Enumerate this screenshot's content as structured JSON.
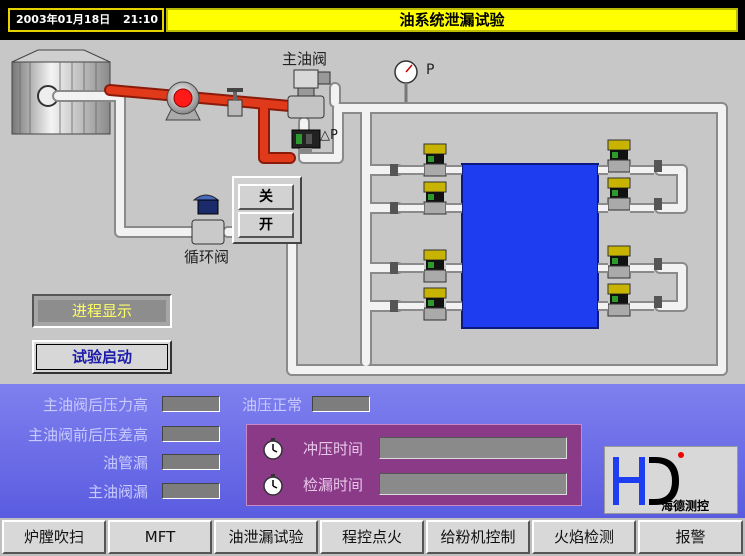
{
  "header": {
    "date": "2003年01月18日",
    "time": "21:10",
    "title": "油系统泄漏试验"
  },
  "process": {
    "main_valve_label": "主油阀",
    "pressure_label": "P",
    "dp_label": "△P",
    "recirc_valve_label": "循环阀",
    "valve_close_label": "关",
    "valve_open_label": "开",
    "process_display_label": "进程显示",
    "start_test_label": "试验启动"
  },
  "status": {
    "alarms": [
      {
        "label": "主油阀后压力高"
      },
      {
        "label": "主油阀前后压差高"
      },
      {
        "label": "油管漏"
      },
      {
        "label": "主油阀漏"
      }
    ],
    "oil_pressure_normal_label": "油压正常",
    "timers": [
      {
        "label": "冲压时间",
        "value": ""
      },
      {
        "label": "检漏时间",
        "value": ""
      }
    ],
    "logo": {
      "mark": "HD",
      "text": "海德测控"
    }
  },
  "nav": {
    "items": [
      {
        "label": "炉膛吹扫"
      },
      {
        "label": "MFT"
      },
      {
        "label": "油泄漏试验"
      },
      {
        "label": "程控点火"
      },
      {
        "label": "给粉机控制"
      },
      {
        "label": "火焰检测"
      },
      {
        "label": "报警"
      }
    ]
  },
  "colors": {
    "title_bg": "#ffff00",
    "pipe_active": "#e03a1a",
    "pipe_idle": "#f2f2f2",
    "furnace": "#1e3cf0",
    "status_bg": "#6b6ce6",
    "timer_panel": "#8b3a88"
  }
}
